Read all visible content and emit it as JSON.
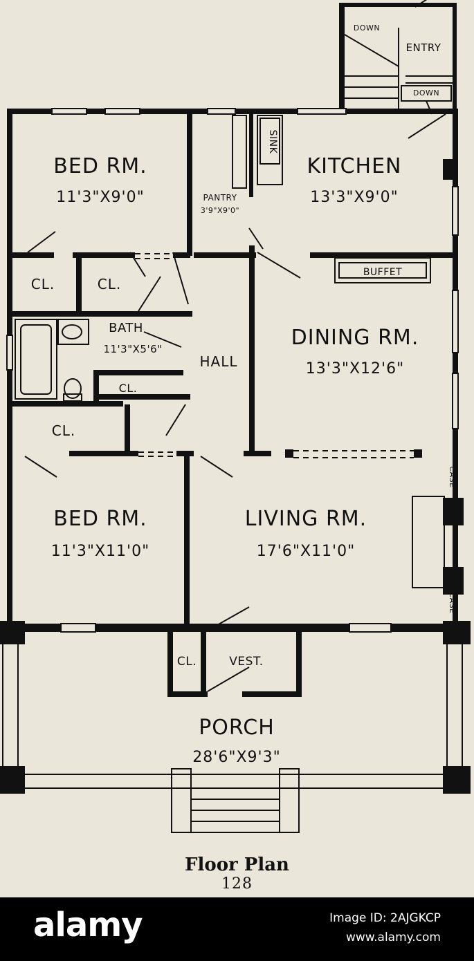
{
  "rooms": {
    "bed1": {
      "name": "BED RM.",
      "size": "11'3\"X9'0\""
    },
    "kitchen": {
      "name": "KITCHEN",
      "size": "13'3\"X9'0\""
    },
    "pantry": {
      "name": "PANTRY",
      "size": "3'9\"X9'0\""
    },
    "sink": "SINK",
    "closet_a": "CL.",
    "closet_b": "CL.",
    "buffet": "BUFFET",
    "bath": {
      "name": "BATH",
      "size": "11'3\"X5'6\""
    },
    "hall": "HALL",
    "dining": {
      "name": "DINING RM.",
      "size": "13'3\"X12'6\""
    },
    "closet_c": "CL.",
    "closet_d": "CL.",
    "bed2": {
      "name": "BED RM.",
      "size": "11'3\"X11'0\""
    },
    "living": {
      "name": "LIVING RM.",
      "size": "17'6\"X11'0\""
    },
    "case_top": "CASE",
    "case_bottom": "CASE",
    "vest_closet": "CL.",
    "vest": "VEST.",
    "porch": {
      "name": "PORCH",
      "size": "28'6\"X9'3\""
    },
    "entry": "ENTRY",
    "down_left": "DOWN",
    "down_right": "DOWN"
  },
  "caption": {
    "title": "Floor Plan",
    "page": "128"
  },
  "watermark": {
    "brand": "alamy",
    "image_id": "Image ID: 2AJGKCP",
    "site": "www.alamy.com"
  },
  "colors": {
    "paper": "#ebe6da",
    "ink": "#111111",
    "footer": "#000000",
    "footer_text": "#ffffff"
  }
}
